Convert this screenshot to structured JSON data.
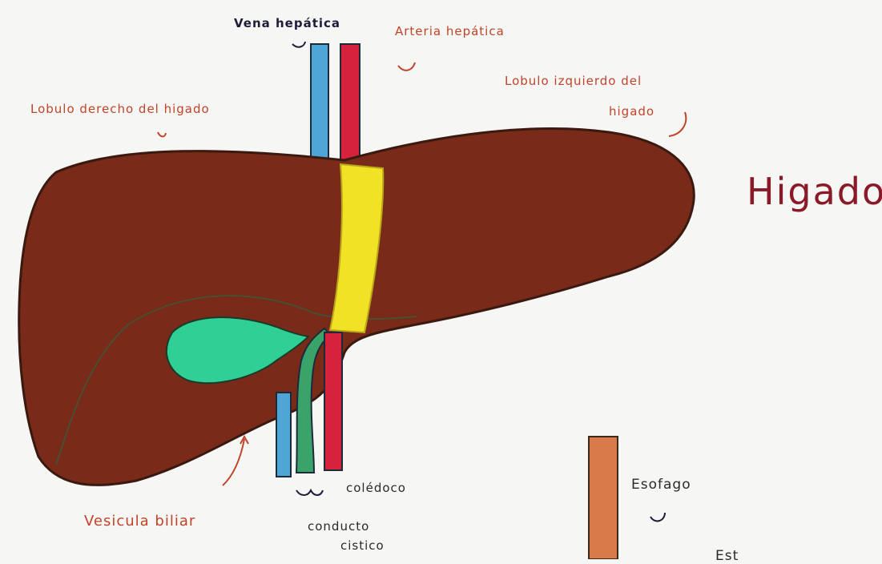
{
  "title": "Higado",
  "labels": {
    "vena_hepatica": "Vena hepática",
    "arteria_hepatica": "Arteria hepática",
    "lobulo_derecho": "Lobulo derecho del higado",
    "lobulo_izquierdo_1": "Lobulo izquierdo del",
    "lobulo_izquierdo_2": "higado",
    "vesicula_biliar": "Vesicula biliar",
    "coledoco": "colédoco",
    "conducto_cistico_1": "conducto",
    "conducto_cistico_2": "cistico",
    "esofago": "Esofago",
    "estomago_partial": "Est"
  },
  "colors": {
    "liver": "#7a2a18",
    "liver_outline": "#3a1a10",
    "vein": "#4fa6d6",
    "artery": "#d5223d",
    "ligament": "#f2e225",
    "gallbladder": "#2fcf95",
    "esophagus": "#d97a4a",
    "label_red": "#c0442a",
    "title": "#8a1a28"
  }
}
